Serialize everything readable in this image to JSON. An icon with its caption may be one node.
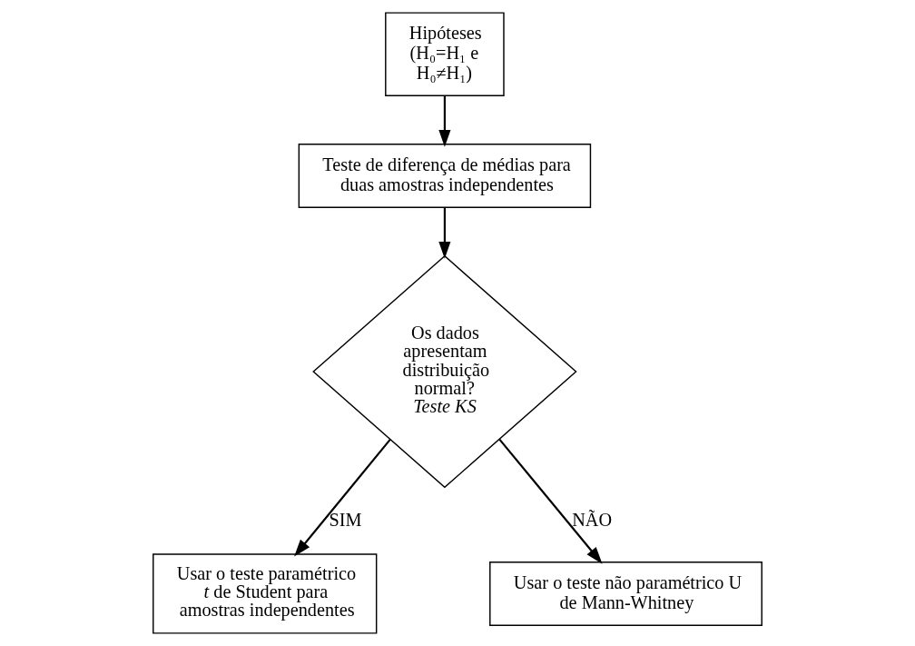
{
  "diagram": {
    "nodes": [
      {
        "text": [
          "Hipóteses (H₀=H₁ e H₀≠H₁)"
        ]
      },
      {
        "text": [
          "Teste de diferença de médias para duas amostras independentes"
        ]
      },
      {
        "text": [
          "Os dados apresentam distribuição normal?",
          "Teste KS"
        ]
      },
      {
        "text": [
          "Usar o teste paramétrico *t* de Student para amostras independentes"
        ]
      },
      {
        "text": [
          "Usar o teste não paramétrico U de Mann-Whitney"
        ]
      }
    ],
    "edges": [
      {
        "from": 0,
        "to": 1,
        "arrow": "to"
      },
      {
        "from": 1,
        "to": 2,
        "arrow": "to"
      },
      {
        "from": 2,
        "to": 3,
        "arrow": "to",
        "label": "SIM"
      },
      {
        "from": 2,
        "to": 4,
        "arrow": "to",
        "label": "NÃO"
      }
    ]
  }
}
